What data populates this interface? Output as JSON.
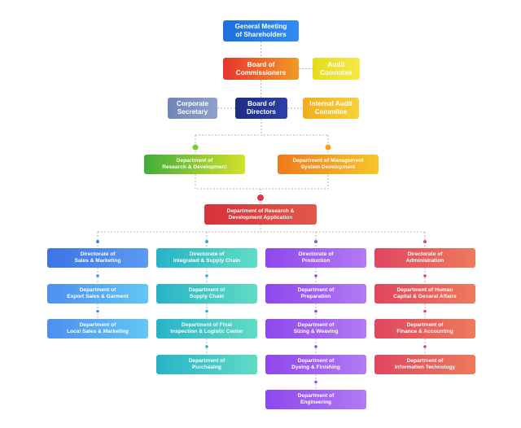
{
  "nodes": [
    {
      "id": "gms",
      "label": "General Meeting\nof Shareholders",
      "color": "blue"
    },
    {
      "id": "boc",
      "label": "Board of\nCommissioners",
      "color": "red"
    },
    {
      "id": "audit",
      "label": "Audit\nCommitee",
      "color": "yellow"
    },
    {
      "id": "corpsec",
      "label": "Corporate\nSecretary",
      "color": "slate"
    },
    {
      "id": "bod",
      "label": "Board of\nDirectors",
      "color": "navy"
    },
    {
      "id": "intaudit",
      "label": "Internal Audit\nCommitee",
      "color": "amber"
    },
    {
      "id": "rnd",
      "label": "Department of\nResearch & Development",
      "color": "green"
    },
    {
      "id": "msd",
      "label": "Department of Management\nSystem Development",
      "color": "orange"
    },
    {
      "id": "rnda",
      "label": "Department of Research &\nDevelopment Application",
      "color": "crimson"
    },
    {
      "id": "dir_sales",
      "label": "Directorate of\nSales & Marketing",
      "color": "blue2"
    },
    {
      "id": "dir_supply",
      "label": "Directorate of\nIntegrated & Supply Chain",
      "color": "teal"
    },
    {
      "id": "dir_prod",
      "label": "Directorate of\nProduction",
      "color": "purple"
    },
    {
      "id": "dir_admin",
      "label": "Directorate of\nAdministration",
      "color": "rose"
    },
    {
      "id": "d_export",
      "label": "Department of\nExport Sales & Garment",
      "color": "sky"
    },
    {
      "id": "d_local",
      "label": "Department of\nLocal Sales & Marketing",
      "color": "sky"
    },
    {
      "id": "d_supply",
      "label": "Department of\nSupply Chain",
      "color": "teal"
    },
    {
      "id": "d_final",
      "label": "Department of Final\nInspection & Logistic Center",
      "color": "teal"
    },
    {
      "id": "d_purch",
      "label": "Department of\nPurchasing",
      "color": "teal"
    },
    {
      "id": "d_prep",
      "label": "Department of\nPreparation",
      "color": "purple"
    },
    {
      "id": "d_sizing",
      "label": "Department of\nSizing & Weaving",
      "color": "purple"
    },
    {
      "id": "d_dyeing",
      "label": "Department of\nDyeing & Finishing",
      "color": "purple"
    },
    {
      "id": "d_eng",
      "label": "Department of\nEngineering",
      "color": "purple"
    },
    {
      "id": "d_hc",
      "label": "Department of Human\nCapital & Genaral Affairs",
      "color": "rose"
    },
    {
      "id": "d_fin",
      "label": "Department of\nFinance & Accounting",
      "color": "rose"
    },
    {
      "id": "d_it",
      "label": "Department of\nInformation Technology",
      "color": "rose"
    }
  ],
  "edges": [
    [
      "gms",
      "boc"
    ],
    [
      "boc",
      "audit"
    ],
    [
      "boc",
      "bod"
    ],
    [
      "bod",
      "corpsec"
    ],
    [
      "bod",
      "intaudit"
    ],
    [
      "bod",
      "rnd"
    ],
    [
      "bod",
      "msd"
    ],
    [
      "rnd",
      "rnda"
    ],
    [
      "msd",
      "rnda"
    ],
    [
      "rnda",
      "dir_sales"
    ],
    [
      "rnda",
      "dir_supply"
    ],
    [
      "rnda",
      "dir_prod"
    ],
    [
      "rnda",
      "dir_admin"
    ],
    [
      "dir_sales",
      "d_export"
    ],
    [
      "d_export",
      "d_local"
    ],
    [
      "dir_supply",
      "d_supply"
    ],
    [
      "d_supply",
      "d_final"
    ],
    [
      "d_final",
      "d_purch"
    ],
    [
      "dir_prod",
      "d_prep"
    ],
    [
      "d_prep",
      "d_sizing"
    ],
    [
      "d_sizing",
      "d_dyeing"
    ],
    [
      "d_dyeing",
      "d_eng"
    ],
    [
      "dir_admin",
      "d_hc"
    ],
    [
      "d_hc",
      "d_fin"
    ],
    [
      "d_fin",
      "d_it"
    ]
  ],
  "palette": {
    "blue": [
      "#1e6fe0",
      "#2f8cf0"
    ],
    "red": [
      "#e8342f",
      "#f39a23"
    ],
    "yellow": [
      "#e6dc1c",
      "#f5e84a"
    ],
    "slate": [
      "#6f86b8",
      "#8ea1cc"
    ],
    "navy": [
      "#1d2d86",
      "#2b3fa6"
    ],
    "amber": [
      "#f0ad1c",
      "#f7d23a"
    ],
    "green": [
      "#3fae3a",
      "#d3e12a"
    ],
    "orange": [
      "#f07a1c",
      "#f5c62a"
    ],
    "crimson": [
      "#d8313a",
      "#e2574a"
    ],
    "blue2": [
      "#3d74e6",
      "#5b9bf0"
    ],
    "sky": [
      "#4d8ff0",
      "#62c6f2"
    ],
    "teal": [
      "#27b3c8",
      "#5fdcc4"
    ],
    "purple": [
      "#8f47ec",
      "#b27af5"
    ],
    "rose": [
      "#e04660",
      "#ee7a5c"
    ]
  }
}
